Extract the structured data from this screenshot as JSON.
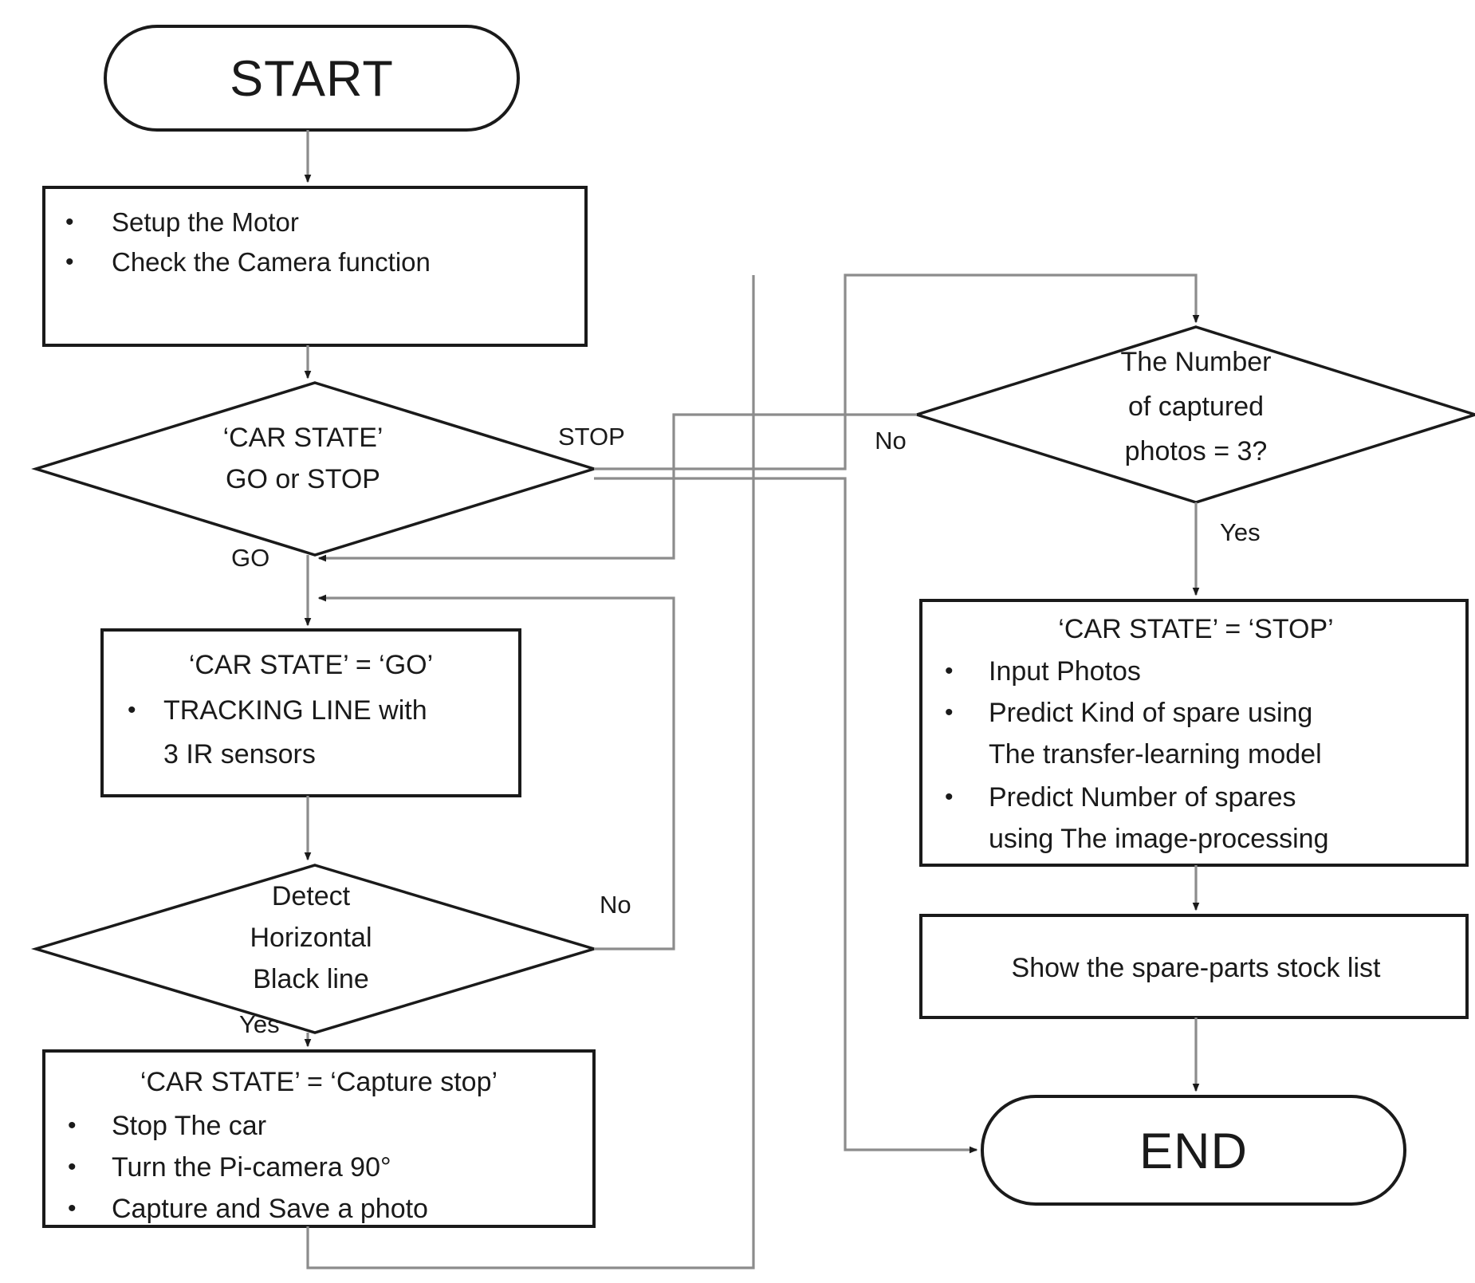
{
  "diagram": {
    "title": "Autonomous spare-parts inspection car flowchart",
    "type": "flowchart",
    "colors": {
      "shape_stroke": "#1a1a1a",
      "connector": "#8c8c8c",
      "text": "#1a1a1a",
      "background": "#ffffff"
    }
  },
  "nodes": {
    "start": {
      "shape": "terminator",
      "label": "START"
    },
    "setup": {
      "shape": "process",
      "bullets": [
        "Setup the Motor",
        "Check the Camera function"
      ]
    },
    "car_state_decision": {
      "shape": "decision",
      "lines": [
        "‘CAR STATE’",
        "GO or STOP"
      ]
    },
    "go_process": {
      "shape": "process",
      "heading": "‘CAR STATE’ = ‘GO’",
      "bullets": [
        "TRACKING LINE with",
        "3 IR sensors"
      ],
      "bullet_line_1": "TRACKING LINE with",
      "bullet_line_2": "3 IR sensors"
    },
    "detect_decision": {
      "shape": "decision",
      "lines": [
        "Detect",
        "Horizontal",
        "Black line"
      ]
    },
    "capture_stop": {
      "shape": "process",
      "heading": "‘CAR STATE’ = ‘Capture stop’",
      "bullets": [
        "Stop The car",
        "Turn the Pi-camera 90°",
        "Capture and Save a photo"
      ]
    },
    "photo_count_decision": {
      "shape": "decision",
      "lines": [
        "The Number",
        "of captured",
        "photos = 3?"
      ]
    },
    "stop_predict": {
      "shape": "process",
      "heading": "‘CAR STATE’ = ‘STOP’",
      "bullets": [
        "Input Photos",
        "Predict Kind of spare using",
        "The transfer-learning model",
        "Predict Number of spares",
        "using The image-processing"
      ],
      "bullet_lines": {
        "b1": "Input Photos",
        "b2a": "Predict Kind of spare using",
        "b2b": "The transfer-learning model",
        "b3a": "Predict Number of spares",
        "b3b": "using The image-processing"
      }
    },
    "show_list": {
      "shape": "process",
      "label": "Show the spare-parts stock list"
    },
    "end": {
      "shape": "terminator",
      "label": "END"
    }
  },
  "edge_labels": {
    "stop": "STOP",
    "go": "GO",
    "detect_no": "No",
    "detect_yes": "Yes",
    "count_no": "No",
    "count_yes": "Yes"
  }
}
